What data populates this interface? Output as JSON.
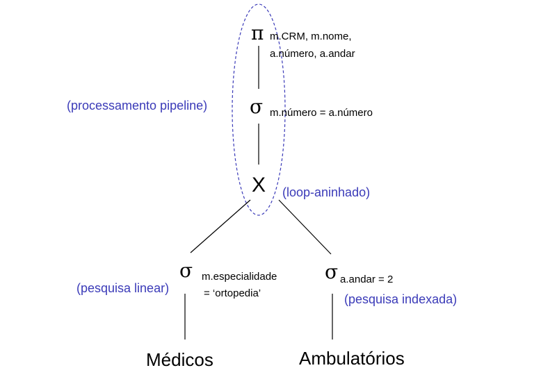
{
  "nodes": {
    "projection": {
      "symbol": "π",
      "attributes_line1": "m.CRM, m.nome,",
      "attributes_line2": "a.número, a.andar"
    },
    "selection_join": {
      "symbol": "σ",
      "condition": "m.número = a.número"
    },
    "product": {
      "symbol": "X"
    },
    "selection_left": {
      "symbol": "σ",
      "condition_line1": "m.especialidade",
      "condition_line2": "= ‘ortopedia’"
    },
    "selection_right": {
      "symbol": "σ",
      "condition": "a.andar = 2"
    },
    "relation_left": {
      "name": "Médicos"
    },
    "relation_right": {
      "name": "Ambulatórios"
    }
  },
  "annotations": {
    "pipeline": "(processamento pipeline)",
    "nested_loop": "(loop-aninhado)",
    "linear_search": "(pesquisa linear)",
    "indexed_search": "(pesquisa indexada)"
  },
  "colors": {
    "annotation": "#3a3ab8",
    "pipeline_ellipse": "#3a3ab8",
    "edges": "#000000",
    "text": "#000000"
  }
}
